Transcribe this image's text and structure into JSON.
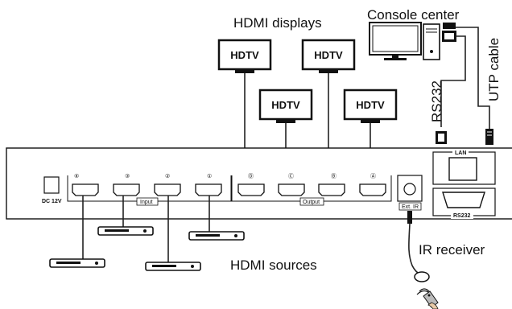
{
  "labels": {
    "hdmi_displays": "HDMI displays",
    "console_center": "Console center",
    "rs232_cable": "RS232",
    "utp_cable": "UTP cable",
    "hdmi_sources": "HDMI sources",
    "ir_receiver": "IR receiver"
  },
  "displays": [
    {
      "label": "HDTV"
    },
    {
      "label": "HDTV"
    },
    {
      "label": "HDTV"
    },
    {
      "label": "HDTV"
    }
  ],
  "panel": {
    "power_label": "DC 12V",
    "input_group_label": "Input",
    "output_group_label": "Output",
    "input_ports": [
      "④",
      "③",
      "②",
      "①"
    ],
    "output_ports": [
      "Ⓓ",
      "Ⓒ",
      "Ⓑ",
      "Ⓐ"
    ],
    "ext_ir_label": "Ext. IR",
    "lan_label": "LAN",
    "rs232_label": "RS232"
  },
  "icons": {
    "tv": "television-icon",
    "monitor": "computer-monitor-icon",
    "tower": "computer-tower-icon",
    "player": "media-player-icon",
    "remote": "remote-control-icon"
  }
}
